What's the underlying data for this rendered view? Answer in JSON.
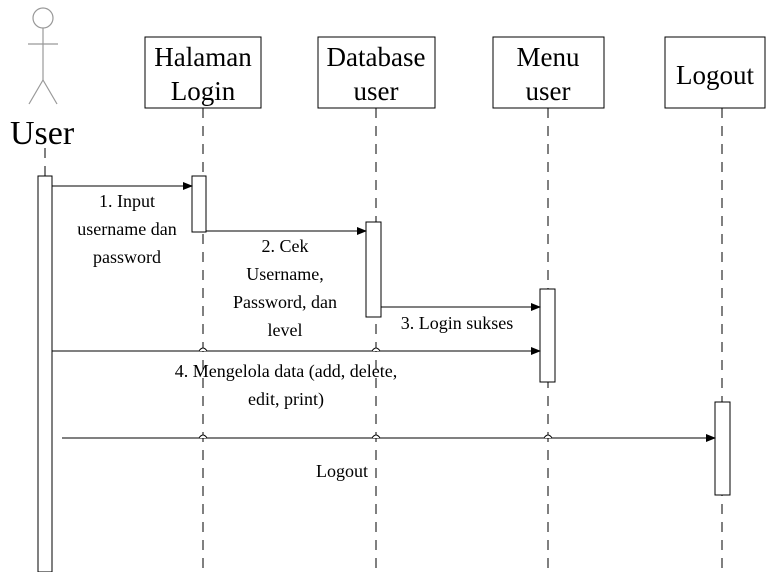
{
  "actor": {
    "name": "User"
  },
  "participants": [
    {
      "id": "halaman-login",
      "lines": [
        "Halaman",
        "Login"
      ]
    },
    {
      "id": "database-user",
      "lines": [
        "Database",
        "user"
      ]
    },
    {
      "id": "menu-user",
      "lines": [
        "Menu",
        "user"
      ]
    },
    {
      "id": "logout",
      "lines": [
        "Logout"
      ]
    }
  ],
  "messages": [
    {
      "id": "msg-1",
      "lines": [
        "1. Input",
        "username dan",
        "password"
      ]
    },
    {
      "id": "msg-2",
      "lines": [
        "2. Cek",
        "Username,",
        "Password, dan",
        "level"
      ]
    },
    {
      "id": "msg-3",
      "lines": [
        "3. Login sukses"
      ]
    },
    {
      "id": "msg-4",
      "lines": [
        "4. Mengelola data (add, delete,",
        "edit, print)"
      ]
    },
    {
      "id": "msg-5",
      "lines": [
        "Logout"
      ]
    }
  ]
}
